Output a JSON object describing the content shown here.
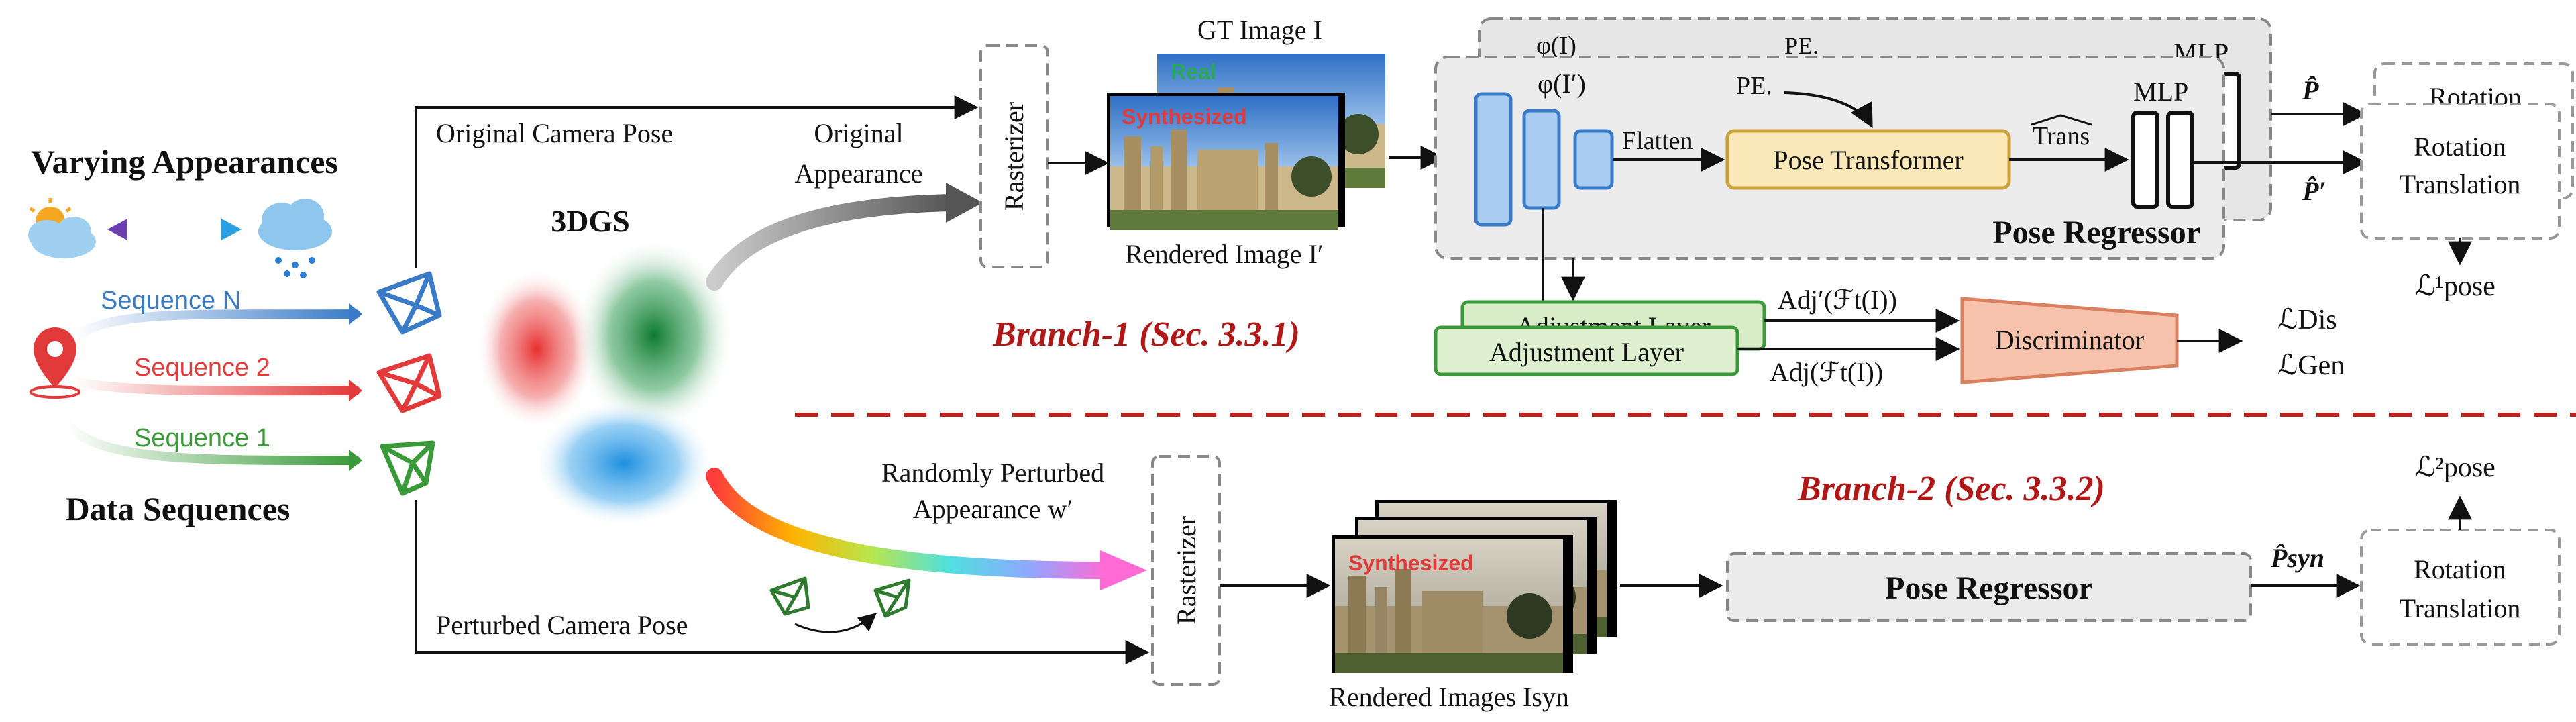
{
  "left": {
    "varying_title": "Varying Appearances",
    "data_title": "Data Sequences",
    "seq_n": "Sequence N",
    "seq_2": "Sequence 2",
    "seq_1": "Sequence 1",
    "model_label": "3DGS"
  },
  "top": {
    "original_pose": "Original Camera Pose",
    "original_appearance_1": "Original",
    "original_appearance_2": "Appearance",
    "rasterizer": "Rasterizer",
    "gt_image": "GT Image I",
    "real_tag": "Real",
    "synth_tag": "Synthesized",
    "rendered_image": "Rendered Image I′"
  },
  "regressor": {
    "phi_back": "φ(I)",
    "pe_back": "PE.",
    "mlp_back": "MLP",
    "rotation_back": "Rotation",
    "phi": "φ(I′)",
    "flatten": "Flatten",
    "pe": "PE.",
    "transformer": "Pose Transformer",
    "trans": "Trans",
    "mlp": "MLP",
    "title": "Pose Regressor",
    "p_hat": "P̂",
    "p_hat_prime": "P̂′",
    "rotation": "Rotation",
    "translation": "Translation",
    "loss1": "ℒ¹pose"
  },
  "branch1": {
    "title": "Branch-1 (Sec. 3.3.1)",
    "adjust_back": "Adjustment Layer",
    "adjust": "Adjustment Layer",
    "adj_prime": "Adj′(ℱt(I))",
    "adj": "Adj(ℱt(I))",
    "discriminator": "Discriminator",
    "loss_dis": "ℒDis",
    "loss_gen": "ℒGen"
  },
  "branch2": {
    "title": "Branch-2 (Sec. 3.3.2)",
    "perturbed_app_1": "Randomly Perturbed",
    "perturbed_app_2": "Appearance w′",
    "perturbed_pose": "Perturbed Camera Pose",
    "rasterizer": "Rasterizer",
    "synth_tag": "Synthesized",
    "rendered_images": "Rendered Images Isyn",
    "regressor": "Pose Regressor",
    "p_syn": "P̂syn",
    "rotation": "Rotation",
    "translation": "Translation",
    "loss2": "ℒ²pose"
  },
  "colors": {
    "blue": "#3a7bc8",
    "red": "#e23a3a",
    "green": "#3a9a3a",
    "branch_title": "#b01818",
    "transformer_fill": "#fbe8b8",
    "discriminator_fill": "#f6c2ac",
    "adjust_fill": "#dff0d0"
  }
}
